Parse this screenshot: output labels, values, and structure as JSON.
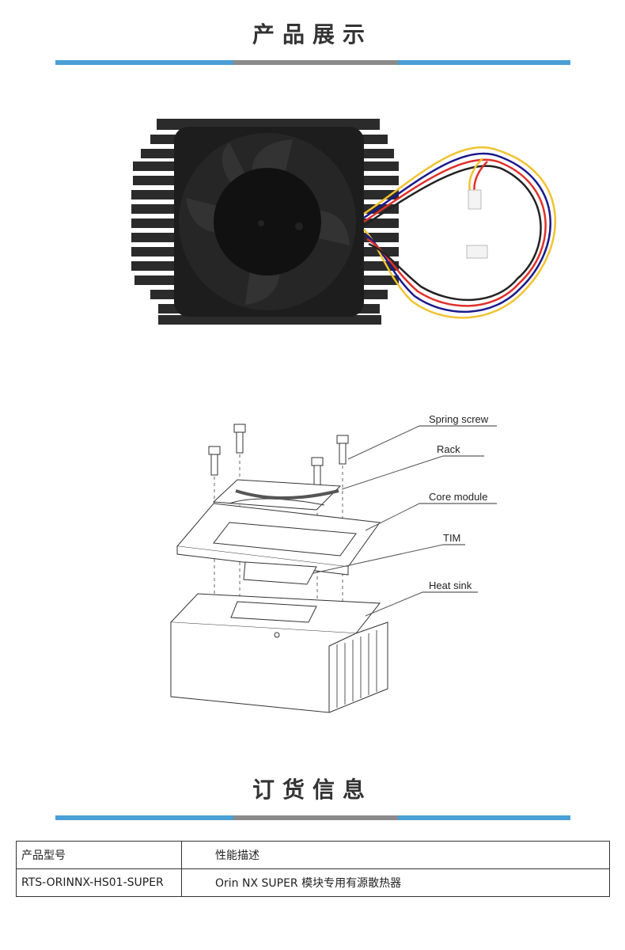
{
  "display_section": {
    "title": "产品展示",
    "bar_colors": [
      "#4a9fd5",
      "#8a8a8a",
      "#4a9fd5"
    ]
  },
  "diagram": {
    "labels": {
      "spring_screw": "Spring screw",
      "rack": "Rack",
      "core_module": "Core module",
      "tim": "TIM",
      "heat_sink": "Heat sink"
    }
  },
  "order_section": {
    "title": "订货信息",
    "table": {
      "headers": [
        "产品型号",
        "性能描述"
      ],
      "rows": [
        [
          "RTS-ORINNX-HS01-SUPER",
          "Orin NX SUPER 模块专用有源散热器"
        ]
      ]
    }
  },
  "wire_colors": [
    "#1a1a8c",
    "#e0302a",
    "#f2c230",
    "#222222"
  ]
}
